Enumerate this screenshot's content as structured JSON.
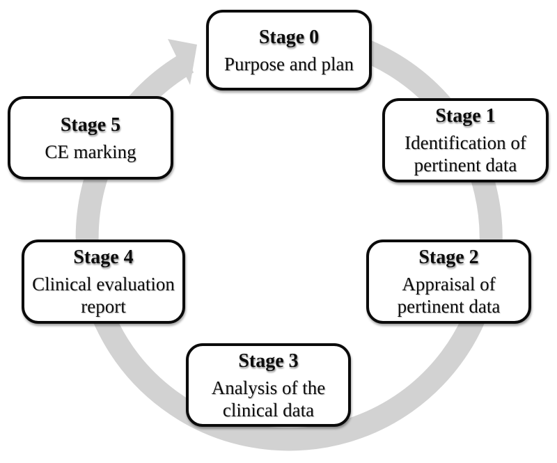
{
  "colors": {
    "ring": "#d2d2d2",
    "box_border": "#0b0b0b",
    "box_fill": "#ffffff",
    "text": "#0d0d0d"
  },
  "diagram": {
    "type": "cycle",
    "direction": "clockwise",
    "stages": [
      {
        "id": "stage-0",
        "title": "Stage 0",
        "description": "Purpose and plan"
      },
      {
        "id": "stage-1",
        "title": "Stage 1",
        "description": "Identification of pertinent data"
      },
      {
        "id": "stage-2",
        "title": "Stage 2",
        "description": "Appraisal of pertinent data"
      },
      {
        "id": "stage-3",
        "title": "Stage 3",
        "description": "Analysis of the clinical data"
      },
      {
        "id": "stage-4",
        "title": "Stage 4",
        "description": "Clinical evaluation report"
      },
      {
        "id": "stage-5",
        "title": "Stage 5",
        "description": "CE marking"
      }
    ]
  }
}
